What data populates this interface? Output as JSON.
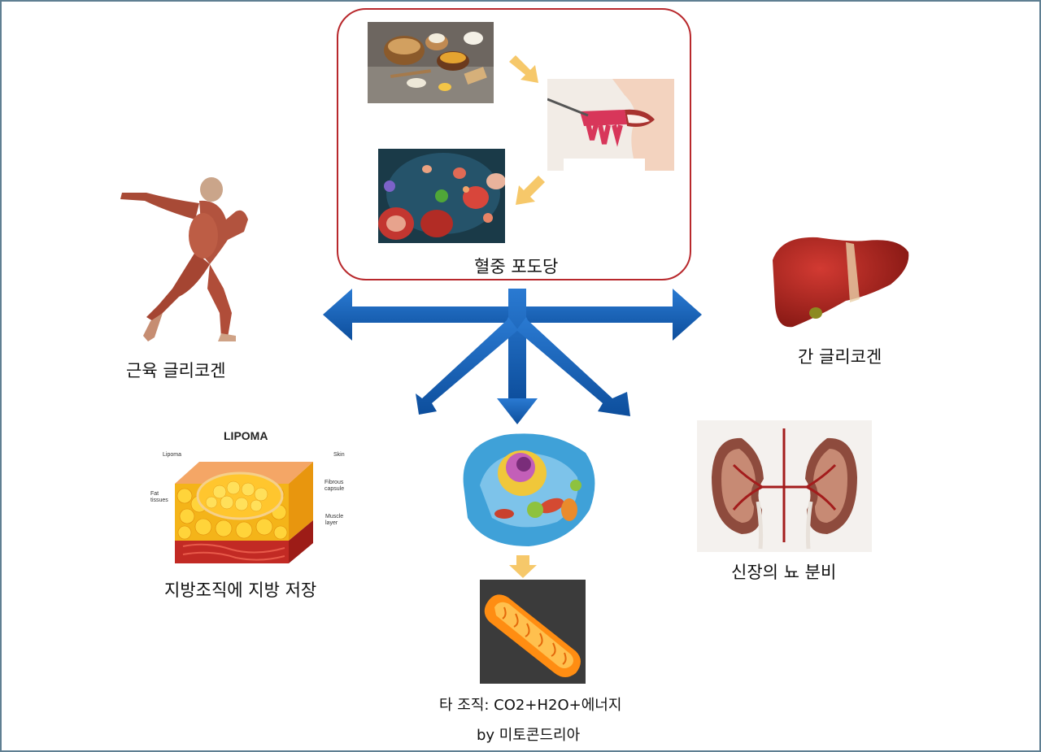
{
  "labels": {
    "blood_glucose": "혈중 포도당",
    "muscle_glycogen": "근육 글리코겐",
    "liver_glycogen": "간 글리코겐",
    "fat_storage": "지방조직에 지방 저장",
    "kidney": "신장의 뇨 분비",
    "other_tissue": "타 조직: CO2+H2O+에너지",
    "mitochondria": "by 미토콘드리아"
  },
  "lipoma": {
    "title": "LIPOMA",
    "lipoma": "Lipoma",
    "skin": "Skin",
    "fat_tissues": "Fat tissues",
    "fibrous_capsule": "Fibrous capsule",
    "muscle_layer": "Muscle layer"
  },
  "colors": {
    "arrow_blue": "#1a63b8",
    "small_arrow": "#f6c86a",
    "box_border": "#b8282c",
    "frame": "#5f7f92"
  }
}
